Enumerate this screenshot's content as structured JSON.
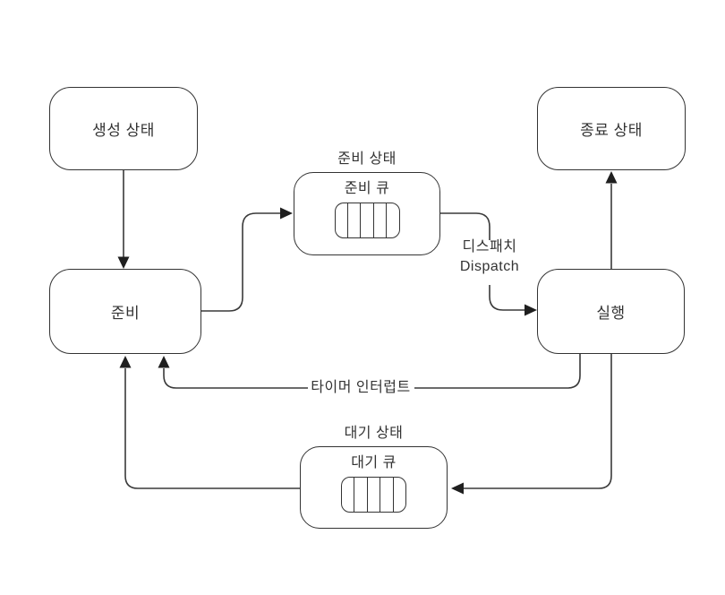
{
  "nodes": {
    "create": {
      "label": "생성 상태"
    },
    "terminate": {
      "label": "종료 상태"
    },
    "ready_queue": {
      "state_label": "준비 상태",
      "queue_label": "준비 큐"
    },
    "ready": {
      "label": "준비"
    },
    "running": {
      "label": "실행"
    },
    "wait_queue": {
      "state_label": "대기 상태",
      "queue_label": "대기 큐"
    }
  },
  "edges": {
    "dispatch": {
      "label_ko": "디스패치",
      "label_en": "Dispatch"
    },
    "timer_interrupt": {
      "label": "타이머 인터럽트"
    }
  },
  "colors": {
    "line": "#3a3a3a",
    "arrow": "#1f1f1f",
    "border": "#333333",
    "text": "#333333",
    "background": "#ffffff"
  }
}
